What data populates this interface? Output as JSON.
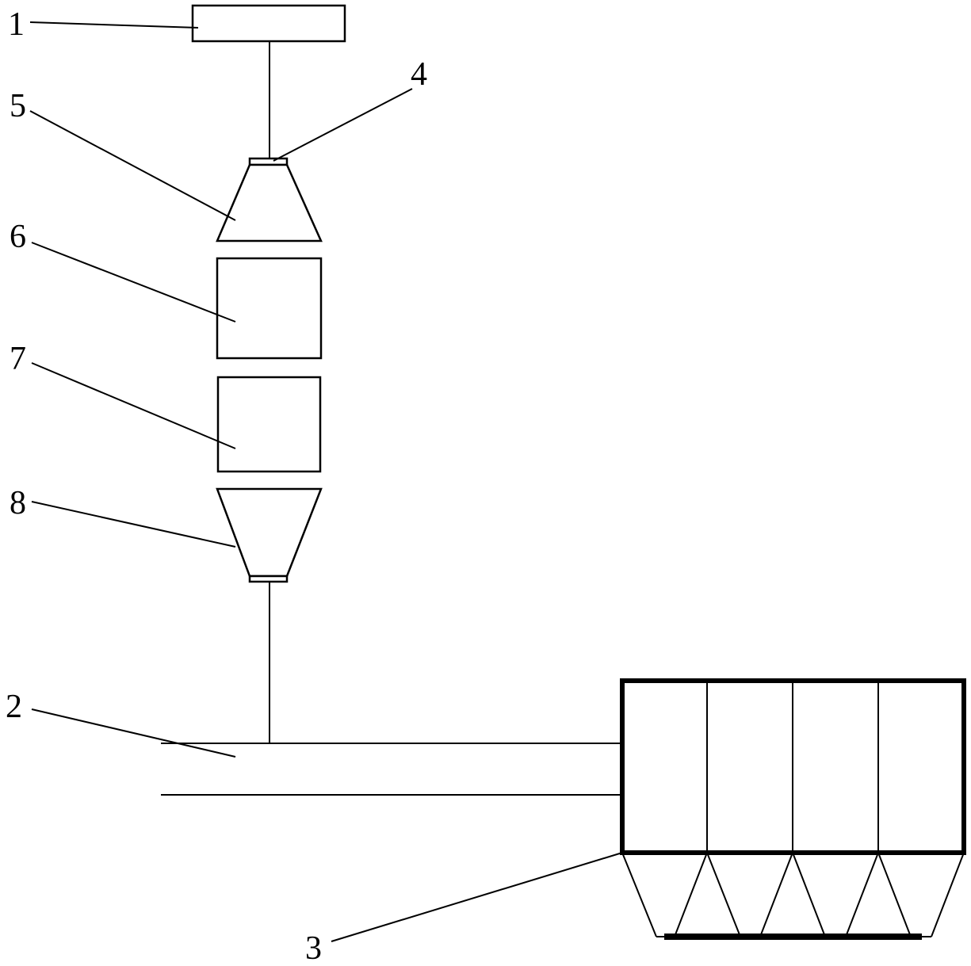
{
  "diagram": {
    "labels": {
      "part_1": "1",
      "part_2": "2",
      "part_3": "3",
      "part_4": "4",
      "part_5": "5",
      "part_6": "6",
      "part_7": "7",
      "part_8": "8"
    },
    "colors": {
      "stroke": "#000000",
      "background": "#ffffff"
    },
    "collector_compartments": 4
  }
}
